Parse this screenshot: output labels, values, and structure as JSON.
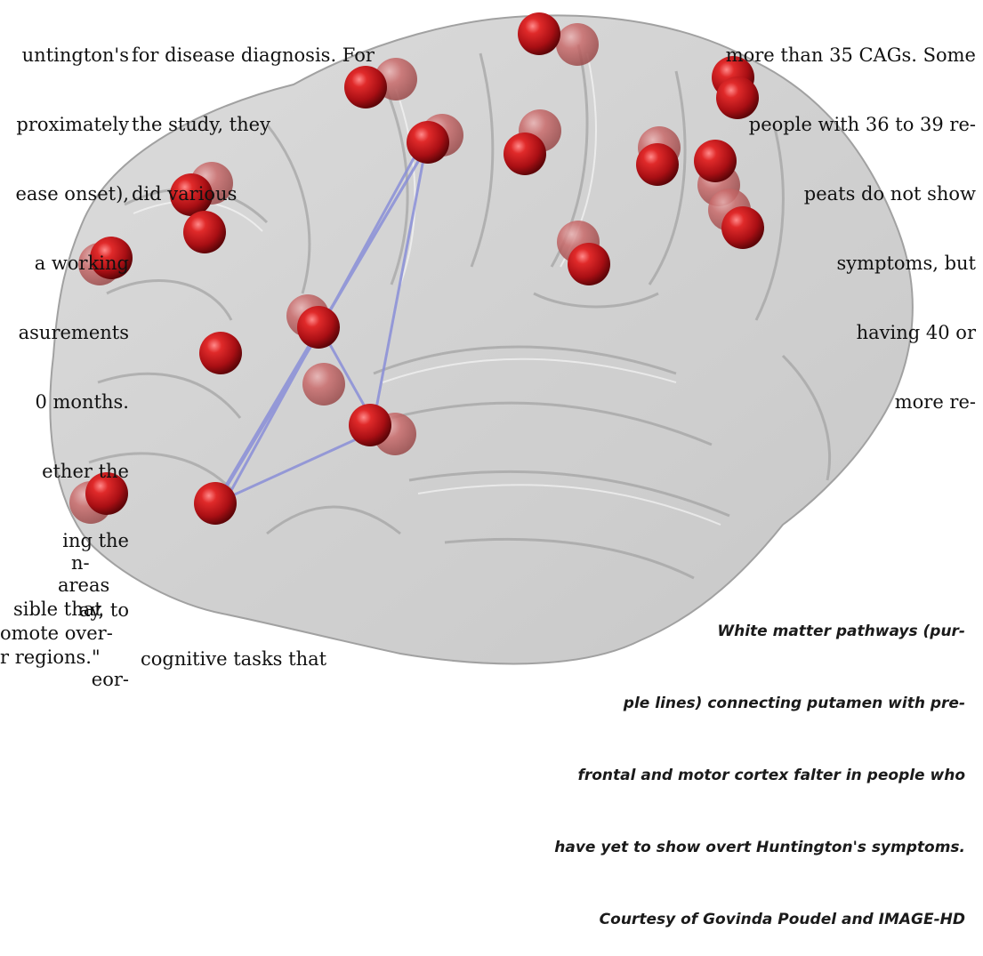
{
  "article": {
    "left_column_lines": [
      "untington's",
      "proximately",
      "ease onset),",
      "a working",
      "asurements",
      "0 months.",
      "ether the",
      "ing the",
      "ay, to",
      "eor-"
    ],
    "middle_column_lines": [
      "for disease diagnosis. For",
      "the study, they",
      "did various"
    ],
    "right_column_lines": [
      "more than 35 CAGs. Some",
      "people with 36 to 39 re-",
      "peats do not show",
      "symptoms, but",
      "having 40 or",
      "more re-"
    ],
    "bottom_left_lines": [
      "n-",
      "areas",
      "sible that",
      "omote over-",
      "r regions.\""
    ],
    "bottom_middle_fragment": "cognitive tasks that"
  },
  "figure": {
    "description_icon": "brain-mesh-illustration",
    "node_color": "#c0141c",
    "pathway_color": "#8a8fd8",
    "caption_lines": [
      "White matter pathways (pur-",
      "ple lines) connecting putamen with pre-",
      "frontal and motor cortex falter in people who",
      "have yet to show overt Huntington's symptoms.",
      "Courtesy of Govinda Poudel and IMAGE-HD"
    ]
  }
}
